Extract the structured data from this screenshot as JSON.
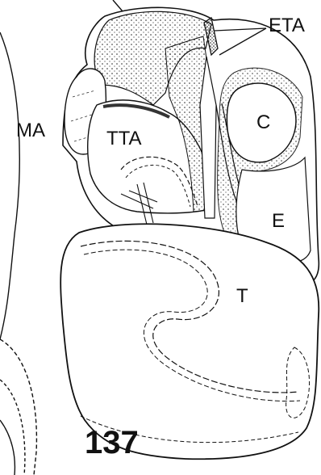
{
  "labels": {
    "eta": "ETA",
    "ma": "MA",
    "tta": "TTA",
    "c": "C",
    "e": "E",
    "t": "T"
  },
  "figure_number": "137"
}
